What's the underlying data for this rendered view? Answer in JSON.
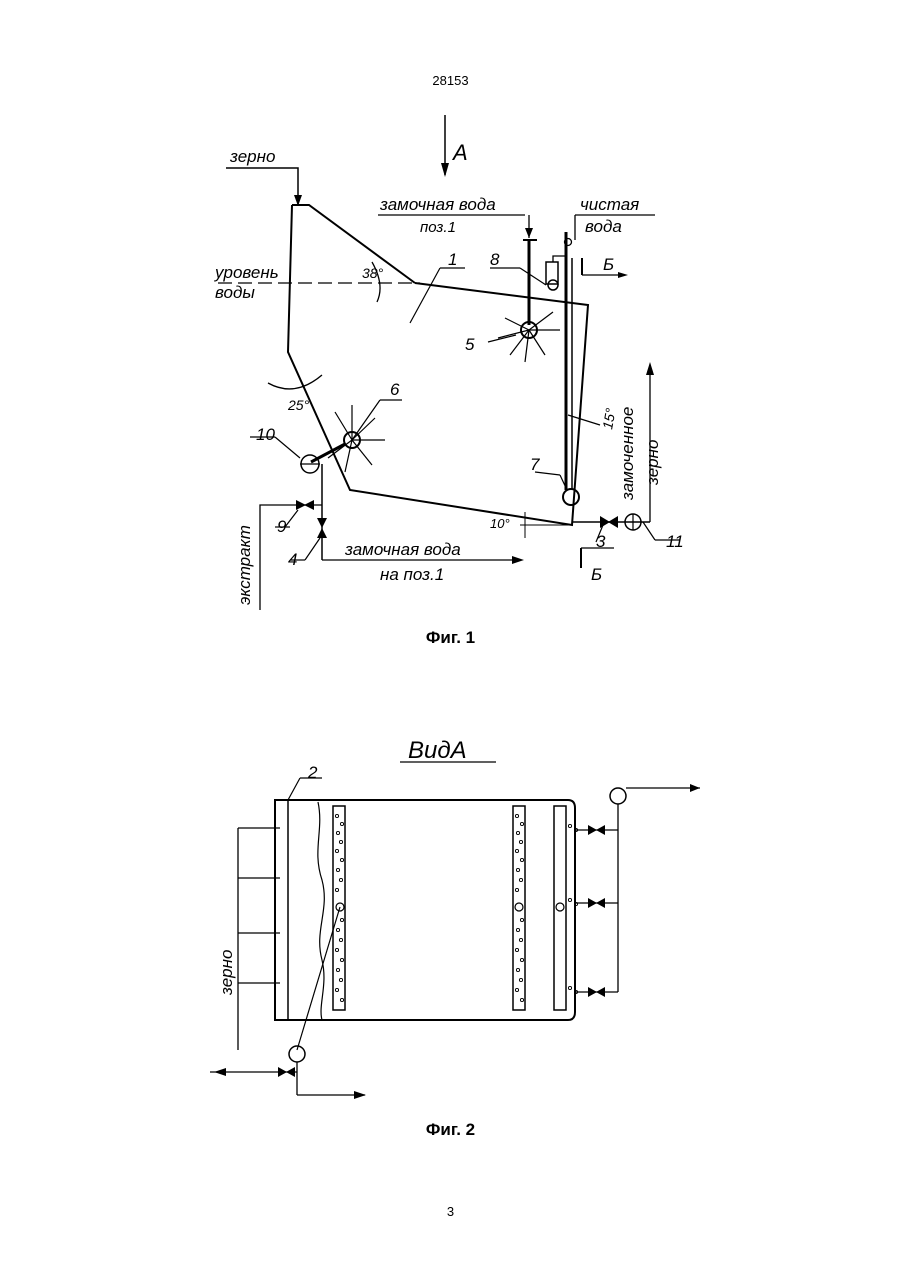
{
  "header": {
    "doc_number": "28153"
  },
  "fig1": {
    "caption": "Фиг. 1",
    "view_marker": "А",
    "labels": {
      "grain": "зерно",
      "steep_water": "замочная вода",
      "pos1": "поз.1",
      "clean": "чистая",
      "water": "вода",
      "level": "уровень",
      "water_gen": "воды",
      "angle38": "38°",
      "angle25": "25°",
      "angle15": "15°",
      "angle10": "10°",
      "section_b": "Б",
      "section_b2": "Б",
      "steeped": "замоченное",
      "grain2": "зерно",
      "extract": "экстракт",
      "steep_water2": "замочная вода",
      "to_pos1": "на поз.1"
    },
    "nums": [
      "1",
      "8",
      "5",
      "6",
      "10",
      "7",
      "9",
      "4",
      "3",
      "11"
    ]
  },
  "fig2": {
    "caption": "Фиг. 2",
    "title": "ВидА",
    "num": "2",
    "grain": "зерно"
  },
  "footer": {
    "page_number": "3"
  }
}
